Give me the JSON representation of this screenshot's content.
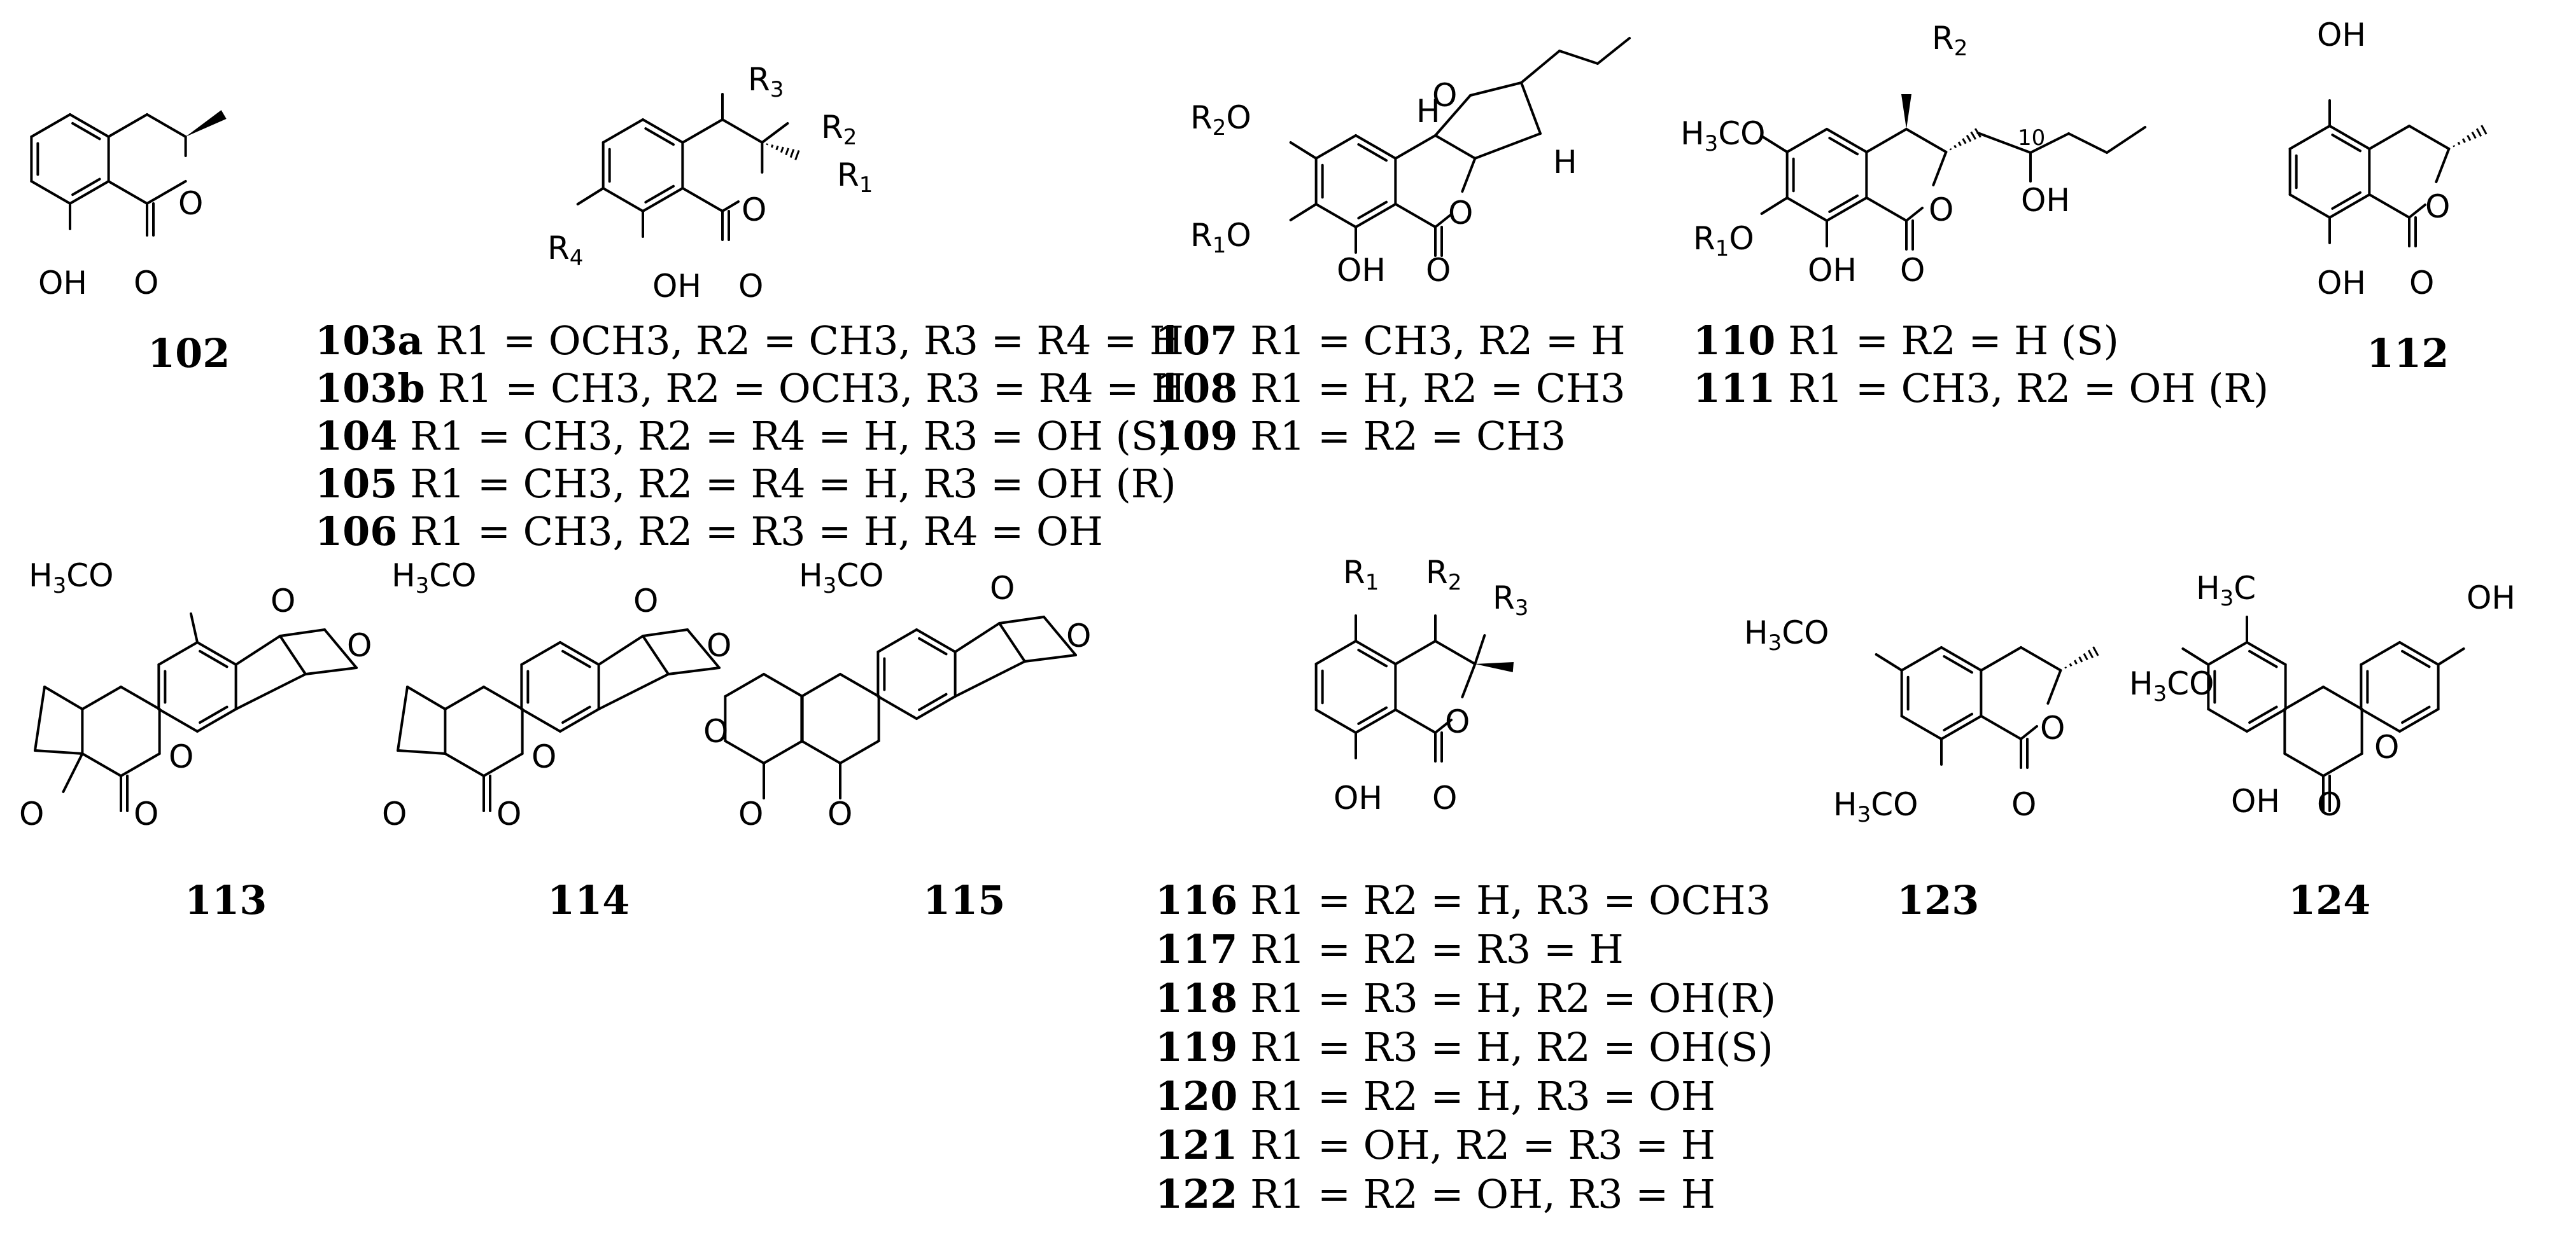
{
  "figure": {
    "compounds": [
      {
        "id": "102"
      },
      {
        "id": "103a",
        "desc": "R1 = OCH3, R2 = CH3, R3 = R4 = H"
      },
      {
        "id": "103b",
        "desc": "R1 = CH3, R2 = OCH3, R3 = R4 = H"
      },
      {
        "id": "104",
        "desc": "R1 = CH3, R2 = R4 = H, R3 = OH (S)"
      },
      {
        "id": "105",
        "desc": "R1 = CH3, R2 = R4 = H, R3 = OH (R)"
      },
      {
        "id": "106",
        "desc": "R1 = CH3, R2 = R3 = H, R4 = OH"
      },
      {
        "id": "107",
        "desc": "R1 = CH3, R2 = H"
      },
      {
        "id": "108",
        "desc": "R1 = H, R2 = CH3"
      },
      {
        "id": "109",
        "desc": "R1 = R2 = CH3"
      },
      {
        "id": "110",
        "desc": "R1 = R2 = H (S)"
      },
      {
        "id": "111",
        "desc": "R1 = CH3, R2 = OH (R)"
      },
      {
        "id": "112"
      },
      {
        "id": "113"
      },
      {
        "id": "114"
      },
      {
        "id": "115"
      },
      {
        "id": "116",
        "desc": "R1 = R2 = H, R3 = OCH3"
      },
      {
        "id": "117",
        "desc": "R1 = R2 = R3 = H"
      },
      {
        "id": "118",
        "desc": "R1 = R3 = H, R2 = OH(R)"
      },
      {
        "id": "119",
        "desc": "R1 = R3 = H, R2 = OH(S)"
      },
      {
        "id": "120",
        "desc": "R1 = R2 = H, R3 = OH"
      },
      {
        "id": "121",
        "desc": "R1 = OH, R2 = R3 = H"
      },
      {
        "id": "122",
        "desc": "R1 = R2 = OH, R3 = H"
      },
      {
        "id": "123"
      },
      {
        "id": "124"
      }
    ],
    "atom_labels": {
      "oh": "OH",
      "o": "O",
      "h": "H",
      "h3co": "H3CO",
      "h3c": "H3C",
      "r1o": "R1O",
      "r2o": "R2O",
      "r1": "R1",
      "r2": "R2",
      "r3": "R3",
      "r4": "R4",
      "locant_10": "10"
    }
  }
}
